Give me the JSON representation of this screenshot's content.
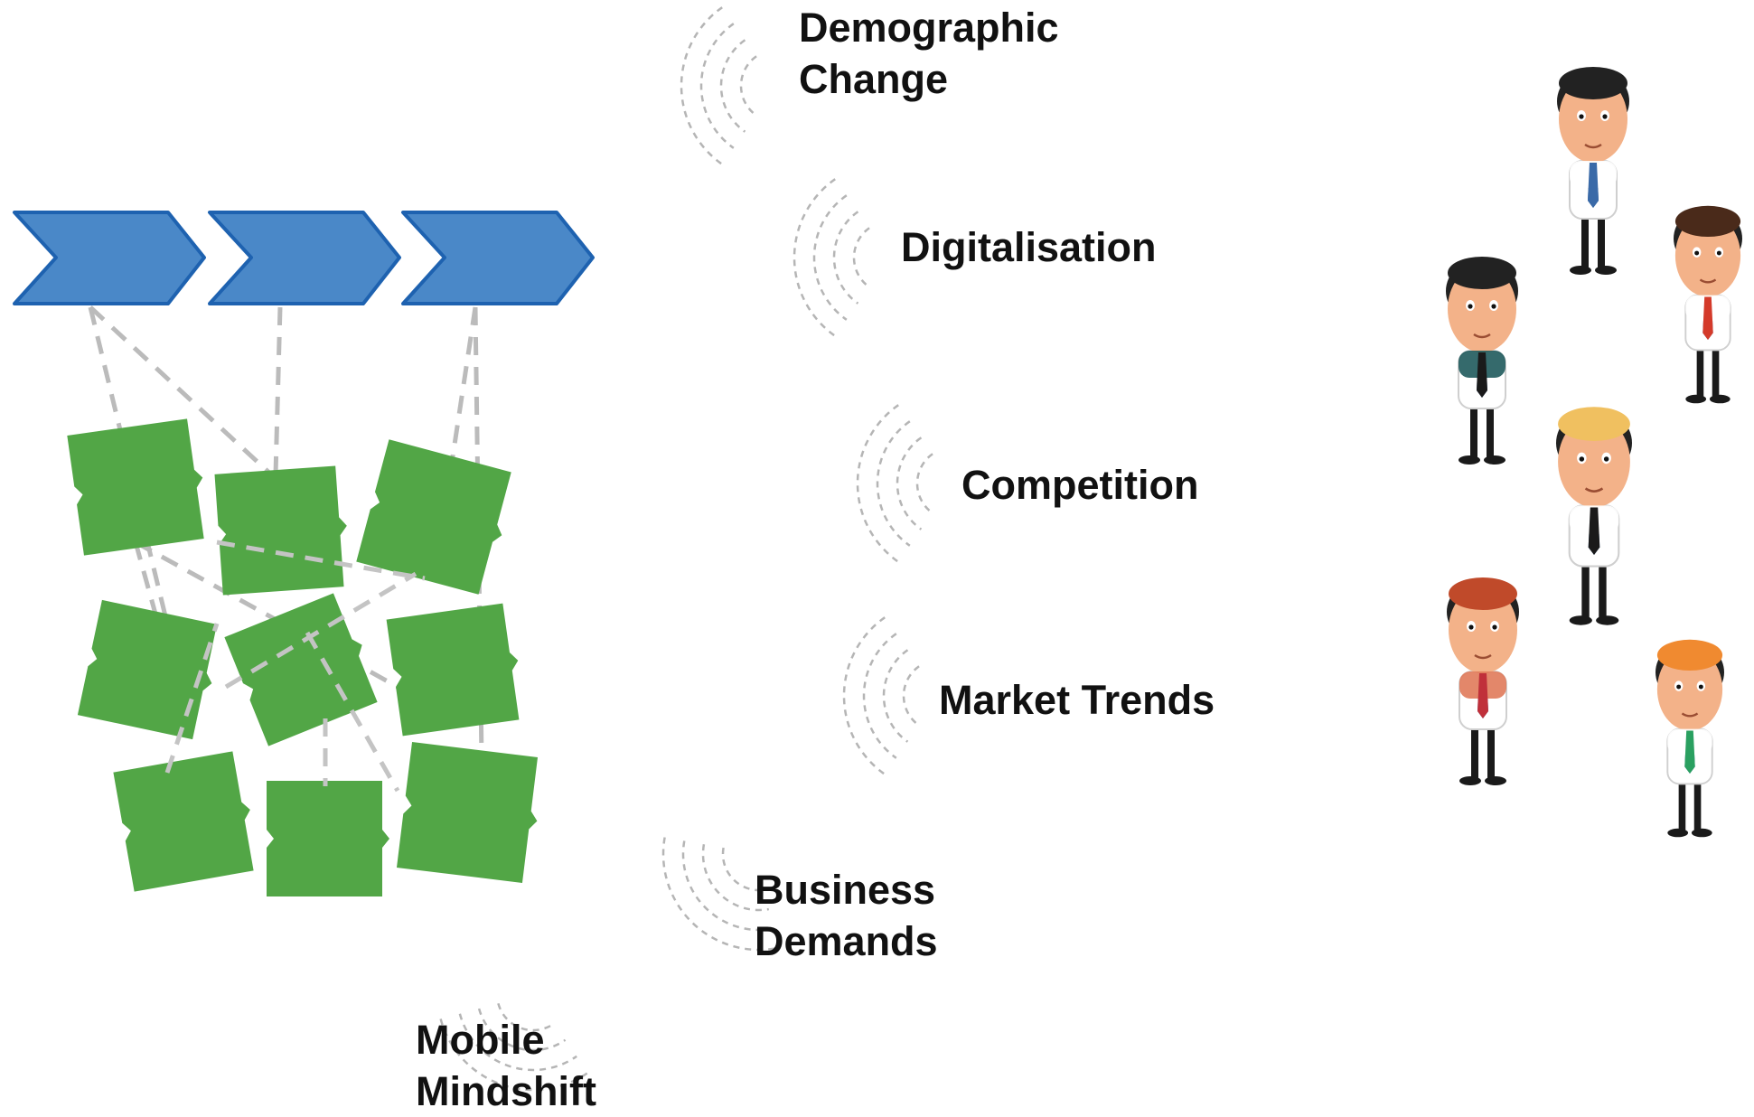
{
  "colors": {
    "chevron_fill": "#4a88c8",
    "chevron_stroke": "#1e62b0",
    "block_fill": "#52a646",
    "connector": "#bbbbbb",
    "wave": "#b5b5b5",
    "label_text": "#111111"
  },
  "process_chevrons": 3,
  "blocks": 9,
  "drivers": [
    {
      "lines": [
        "Demographic",
        "Change"
      ]
    },
    {
      "lines": [
        "Digitalisation"
      ]
    },
    {
      "lines": [
        "Competition"
      ]
    },
    {
      "lines": [
        "Market Trends"
      ]
    },
    {
      "lines": [
        "Business",
        "Demands"
      ]
    },
    {
      "lines": [
        "Mobile",
        "Mindshift"
      ]
    }
  ],
  "people": [
    {
      "icon": "businessman-tie-icon"
    },
    {
      "icon": "waving-businessman-icon"
    },
    {
      "icon": "pointing-businessman-icon"
    },
    {
      "icon": "blonde-woman-icon"
    },
    {
      "icon": "redhead-man-icon"
    },
    {
      "icon": "thinking-man-icon"
    }
  ]
}
